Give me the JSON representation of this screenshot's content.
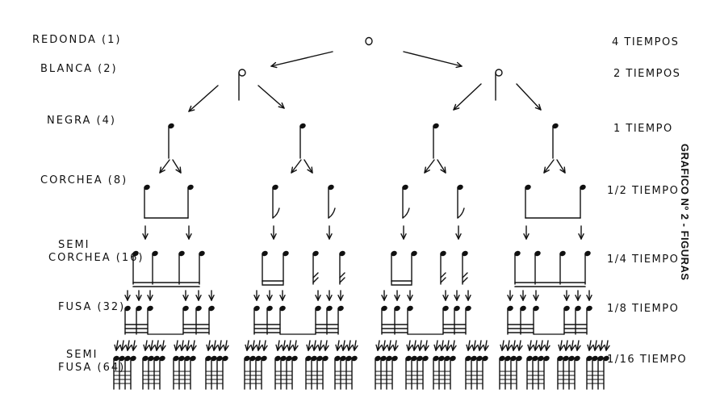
{
  "title": "GRAFICO Nº 2 - FIGURAS",
  "rows": [
    {
      "name": "REDONDA (1)",
      "beats": "4 TIEMPOS"
    },
    {
      "name": "BLANCA (2)",
      "beats": "2 TIEMPOS"
    },
    {
      "name": "NEGRA (4)",
      "beats": "1 TIEMPO"
    },
    {
      "name": "CORCHEA (8)",
      "beats": "1/2 TIEMPO"
    },
    {
      "name_line1": "SEMI",
      "name_line2": "CORCHEA (16)",
      "beats": "1/4 TIEMPO"
    },
    {
      "name": "FUSA (32)",
      "beats": "1/8 TIEMPO"
    },
    {
      "name_line1": "SEMI",
      "name_line2": "FUSA (64)",
      "beats": "1/16 TIEMPO"
    }
  ]
}
